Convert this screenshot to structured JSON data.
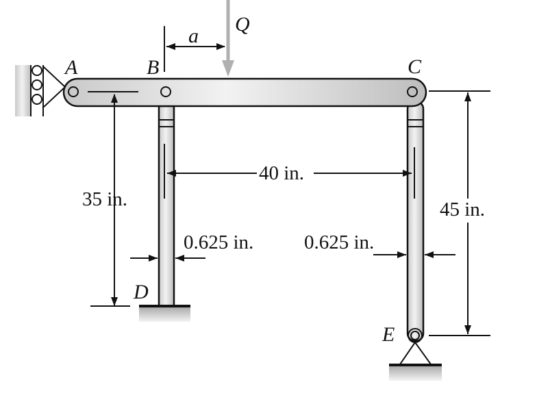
{
  "labels": {
    "A": "A",
    "B": "B",
    "C": "C",
    "D": "D",
    "E": "E",
    "Q": "Q",
    "a": "a"
  },
  "dimensions": {
    "bd_height": "35 in.",
    "ce_height": "45 in.",
    "spacing": "40 in.",
    "bd_width": "0.625 in.",
    "ce_width": "0.625 in."
  },
  "colors": {
    "member_fill": "#d4d4d4",
    "load_arrow": "#b0b0b0",
    "support": "#c8c8c8"
  }
}
